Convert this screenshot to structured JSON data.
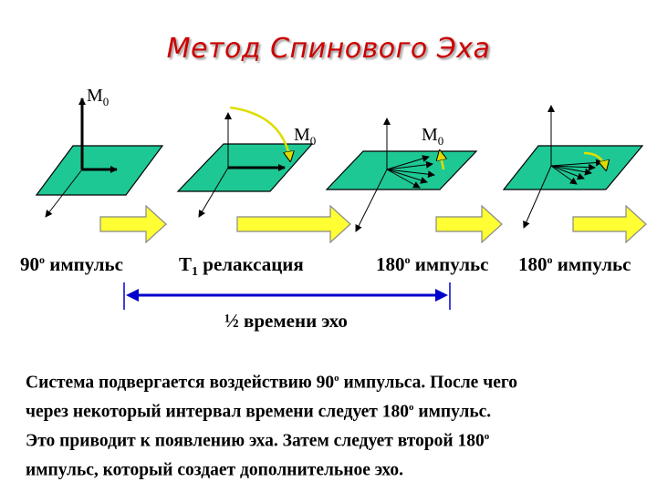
{
  "title": "Метод Спинового Эха",
  "vector_labels": [
    {
      "main": "M",
      "sub": "0"
    },
    {
      "main": "M",
      "sub": "0"
    },
    {
      "main": "M",
      "sub": "0"
    }
  ],
  "stages": [
    {
      "num": "90",
      "sup": "o",
      "text": " импульс"
    },
    {
      "num": "T",
      "sub": "1",
      "text": " релаксация"
    },
    {
      "num": "180",
      "sup": "o",
      "text": " импульс"
    },
    {
      "num": "180",
      "sup": "o",
      "text": " импульс"
    }
  ],
  "interval_label": "½ времени эхо",
  "description": [
    {
      "text": "Система подвергается воздействию 90",
      "sup": "o",
      "after": " импульса. После чего"
    },
    {
      "text": "через некоторый интервал времени следует 180",
      "sup": "o",
      "after": " импульс."
    },
    {
      "text": "Это приводит к появлению эха. Затем следует второй 180",
      "sup": "o",
      "after": ""
    },
    {
      "text": "импульс, который создает дополнительное эхо.",
      "sup": "",
      "after": ""
    }
  ],
  "colors": {
    "title": "#cc0000",
    "plane_fill": "#1ec895",
    "arrow_fill": "#ffff33",
    "interval_line": "#0000cc",
    "precession": "#dddd00"
  }
}
